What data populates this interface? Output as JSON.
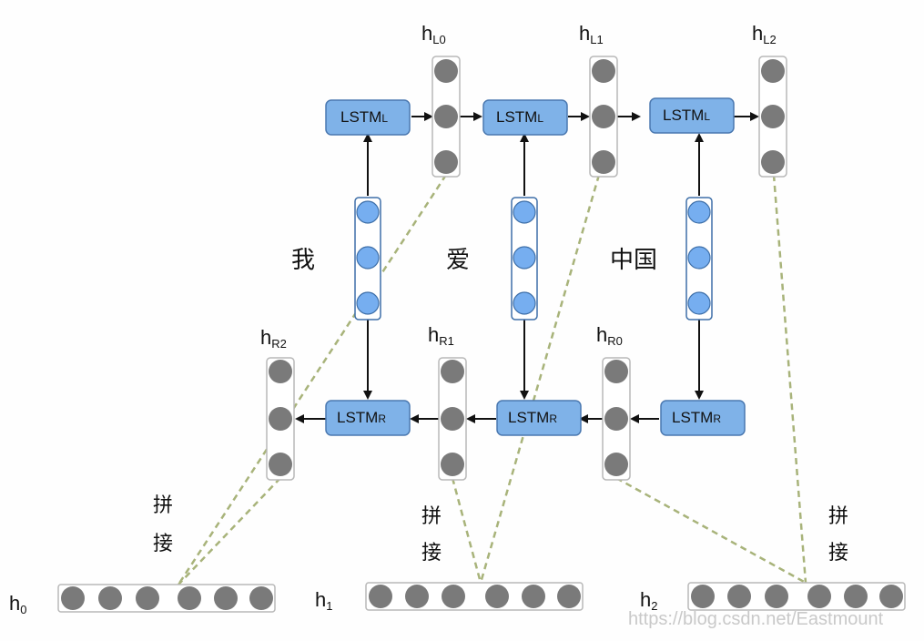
{
  "words": [
    "我",
    "爱",
    "中国"
  ],
  "lstm_left": {
    "main": "LSTM",
    "sub": "L"
  },
  "lstm_right": {
    "main": "LSTM",
    "sub": "R"
  },
  "hidden_left": [
    {
      "main": "h",
      "sub": "L0"
    },
    {
      "main": "h",
      "sub": "L1"
    },
    {
      "main": "h",
      "sub": "L2"
    }
  ],
  "hidden_right": [
    {
      "main": "h",
      "sub": "R2"
    },
    {
      "main": "h",
      "sub": "R1"
    },
    {
      "main": "h",
      "sub": "R0"
    }
  ],
  "outputs": [
    {
      "main": "h",
      "sub": "0"
    },
    {
      "main": "h",
      "sub": "1"
    },
    {
      "main": "h",
      "sub": "2"
    }
  ],
  "concat_label": [
    "拼",
    "接"
  ],
  "watermark": "https://blog.csdn.net/Eastmount",
  "colors": {
    "lstm_fill": "#7fb2e8",
    "lstm_stroke": "#4a78b0",
    "hidden_dot": "#7a7a7a",
    "embed_dot": "#76aef0",
    "embed_stroke": "#3e6fa8",
    "dashed_line": "#a8b37a",
    "arrow": "#111111"
  }
}
